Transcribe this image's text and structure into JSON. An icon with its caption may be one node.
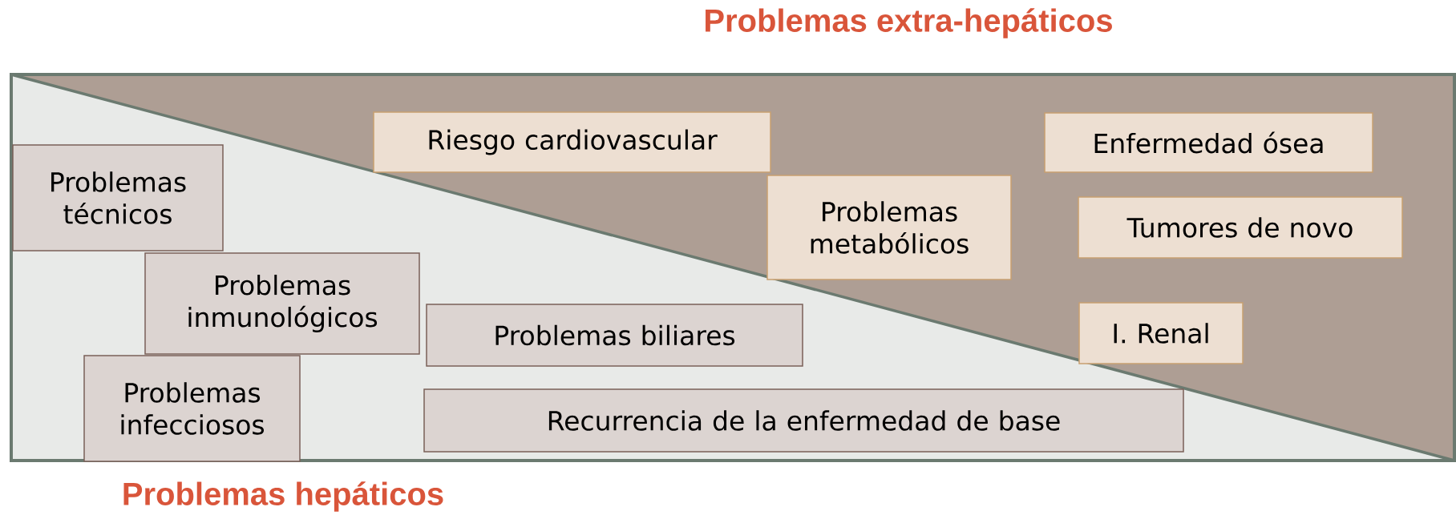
{
  "diagram": {
    "nodes": [
      {
        "text": [
          "Riesgo cardiovascular"
        ]
      },
      {
        "text": [
          "Enfermedad ósea"
        ]
      },
      {
        "text": [
          "Problemas técnicos"
        ]
      },
      {
        "text": [
          "Problemas metabólicos"
        ]
      },
      {
        "text": [
          "Tumores de novo"
        ]
      },
      {
        "text": [
          "Problemas inmunológicos"
        ]
      },
      {
        "text": [
          "Problemas biliares"
        ]
      },
      {
        "text": [
          "I. Renal"
        ]
      },
      {
        "text": [
          "Problemas infecciosos"
        ]
      },
      {
        "text": [
          "Recurrencia de la enfermedad de base"
        ]
      }
    ],
    "labels": [
      "Problemas extra-hepáticos",
      "Problemas hepáticos"
    ]
  }
}
